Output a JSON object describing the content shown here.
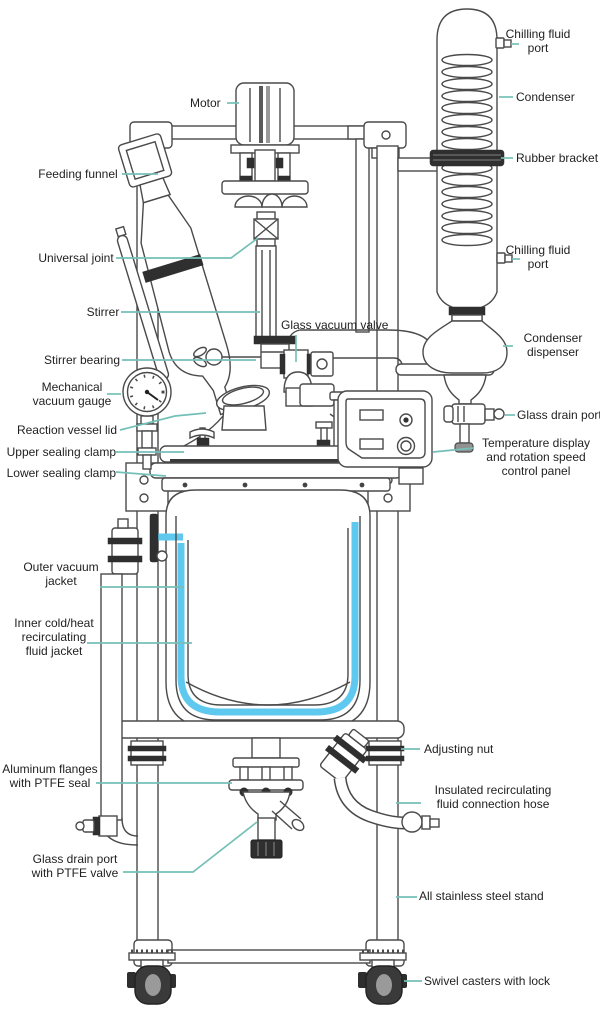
{
  "colors": {
    "leader": "#74c0b8",
    "line": "#4a4a4a",
    "fluid": "#5fc8ee",
    "dark": "#2f2f2f"
  },
  "labels": [
    {
      "id": "chilling-fluid-port-top",
      "text": "Chilling fluid\nport"
    },
    {
      "id": "condenser",
      "text": "Condenser"
    },
    {
      "id": "rubber-bracket",
      "text": "Rubber bracket"
    },
    {
      "id": "motor",
      "text": "Motor"
    },
    {
      "id": "feeding-funnel",
      "text": "Feeding funnel"
    },
    {
      "id": "universal-joint",
      "text": "Universal joint"
    },
    {
      "id": "stirrer",
      "text": "Stirrer"
    },
    {
      "id": "glass-vacuum-valve",
      "text": "Glass vacuum valve"
    },
    {
      "id": "stirrer-bearing",
      "text": "Stirrer bearing"
    },
    {
      "id": "mechanical-vacuum-gauge",
      "text": "Mechanical\nvacuum gauge"
    },
    {
      "id": "reaction-vessel-lid",
      "text": "Reaction vessel lid"
    },
    {
      "id": "upper-sealing-clamp",
      "text": "Upper sealing clamp"
    },
    {
      "id": "lower-sealing-clamp",
      "text": "Lower sealing clamp"
    },
    {
      "id": "chilling-fluid-port-lower",
      "text": "Chilling fluid\nport"
    },
    {
      "id": "condenser-dispenser",
      "text": "Condenser\ndispenser"
    },
    {
      "id": "glass-drain-port",
      "text": "Glass drain port"
    },
    {
      "id": "temperature-control-panel",
      "text": "Temperature display\nand rotation speed\ncontrol panel"
    },
    {
      "id": "outer-vacuum-jacket",
      "text": "Outer vacuum\njacket"
    },
    {
      "id": "inner-fluid-jacket",
      "text": "Inner cold/heat\nrecirculating\nfluid jacket"
    },
    {
      "id": "adjusting-nut",
      "text": "Adjusting nut"
    },
    {
      "id": "aluminum-flanges",
      "text": "Aluminum flanges\nwith PTFE seal"
    },
    {
      "id": "insulated-hose",
      "text": "Insulated recirculating\nfluid connection hose"
    },
    {
      "id": "glass-drain-port-ptfe",
      "text": "Glass drain port\nwith PTFE valve"
    },
    {
      "id": "stainless-steel-stand",
      "text": "All stainless steel stand"
    },
    {
      "id": "swivel-casters",
      "text": "Swivel casters with lock"
    }
  ]
}
